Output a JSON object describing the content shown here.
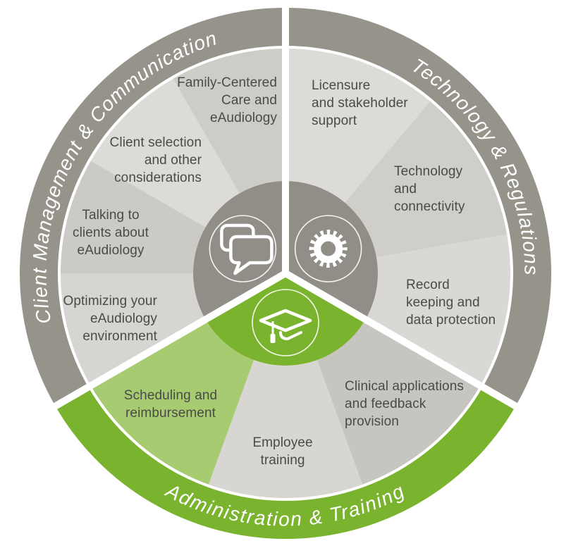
{
  "page": {
    "background": "#ffffff"
  },
  "wheel": {
    "divider_color": "#ffffff",
    "title_color": "#ffffff",
    "label_color": "#4a4a48",
    "sections": [
      {
        "id": "client-management-communication",
        "title": "Client Management & Communication",
        "ring_color": "#95938a",
        "center_color": "#908e86",
        "icon": "chat-bubbles-icon",
        "segments": [
          {
            "id": "family-centered",
            "label": "Family-Centered\nCare and\neAudiology",
            "color": "#cdccc6"
          },
          {
            "id": "client-selection",
            "label": "Client selection\nand other\nconsiderations",
            "color": "#dcdbd7"
          },
          {
            "id": "talking-to-clients",
            "label": "Talking to\nclients about\neAudiology",
            "color": "#cbcac5"
          },
          {
            "id": "optimizing-environment",
            "label": "Optimizing your\neAudiology\nenvironment",
            "color": "#d6d5d1"
          }
        ]
      },
      {
        "id": "technology-regulations",
        "title": "Technology & Regulations",
        "ring_color": "#95938a",
        "center_color": "#908e86",
        "icon": "gear-icon",
        "segments": [
          {
            "id": "licensure-stakeholder",
            "label": "Licensure\nand stakeholder\nsupport",
            "color": "#dcdbd7"
          },
          {
            "id": "technology-connectivity",
            "label": "Technology\nand\nconnectivity",
            "color": "#cfcec8"
          },
          {
            "id": "record-keeping",
            "label": "Record\nkeeping and\ndata protection",
            "color": "#d9d8d4"
          }
        ]
      },
      {
        "id": "administration-training",
        "title": "Administration & Training",
        "ring_color": "#7ab32e",
        "center_color": "#7ab32e",
        "icon": "graduation-cap-icon",
        "segments": [
          {
            "id": "scheduling-reimbursement",
            "label": "Scheduling and\nreimbursement",
            "color": "#a7cb70"
          },
          {
            "id": "employee-training",
            "label": "Employee\ntraining",
            "color": "#d7d6d2"
          },
          {
            "id": "clinical-applications",
            "label": "Clinical applications\nand feedback\nprovision",
            "color": "#c6c5c0"
          }
        ]
      }
    ]
  }
}
